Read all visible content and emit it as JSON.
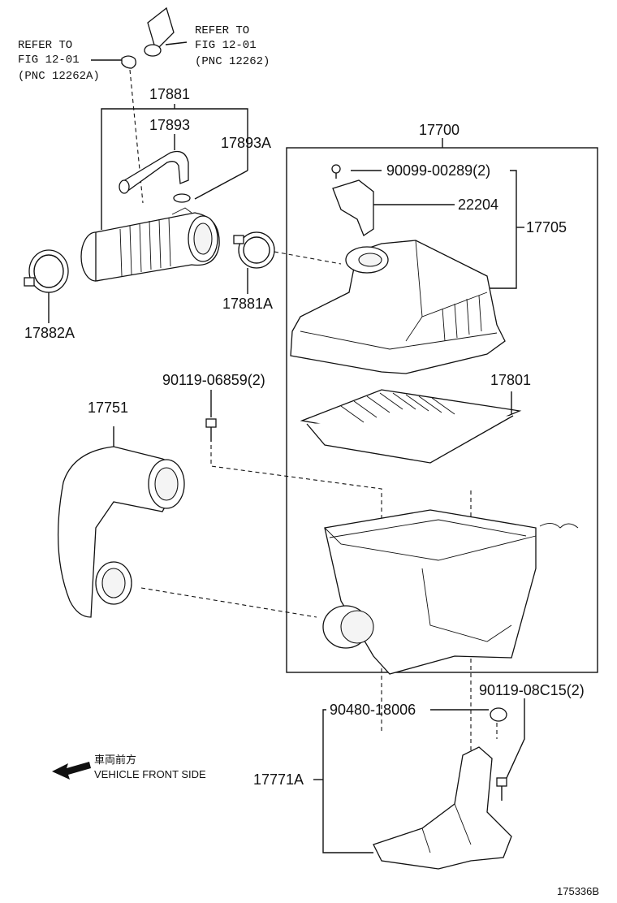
{
  "diagram": {
    "figure_id": "175336B",
    "refs": {
      "left": {
        "line1": "REFER TO",
        "line2": "FIG 12-01",
        "line3": "(PNC 12262A)"
      },
      "right": {
        "line1": "REFER TO",
        "line2": "FIG 12-01",
        "line3": "(PNC 12262)"
      }
    },
    "parts": {
      "p17881": "17881",
      "p17893": "17893",
      "p17893A": "17893A",
      "p17700": "17700",
      "p90099": "90099-00289(2)",
      "p22204": "22204",
      "p17705": "17705",
      "p17882A": "17882A",
      "p17881A": "17881A",
      "p90119a": "90119-06859(2)",
      "p17801": "17801",
      "p17751": "17751",
      "p90480": "90480-18006",
      "p90119b": "90119-08C15(2)",
      "p17771A": "17771A"
    },
    "direction": {
      "jp": "車両前方",
      "en": "VEHICLE FRONT SIDE"
    }
  }
}
